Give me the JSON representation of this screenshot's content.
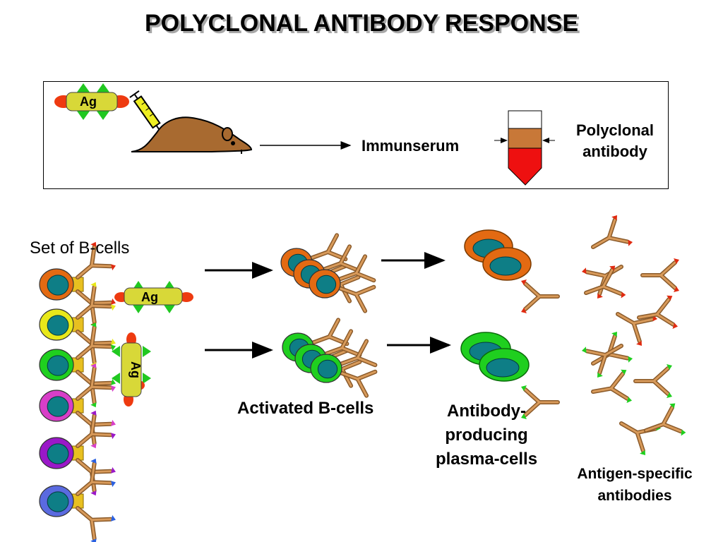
{
  "title": "POLYCLONAL ANTIBODY RESPONSE",
  "immunization": {
    "antigen_label": "Ag",
    "result_label": "Immunserum",
    "product_label_line1": "Polyclonal",
    "product_label_line2": "antibody"
  },
  "b_cells": {
    "label": "Set of B-cells",
    "antigen_label": "Ag",
    "colors": [
      "#e36a12",
      "#e8e81a",
      "#1fcf1f",
      "#d83ec8",
      "#9a18c8",
      "#5a6ae0"
    ],
    "tip_colors": [
      "#e02a10",
      "#e8e81a",
      "#1fcf1f",
      "#d83ec8",
      "#9a18c8",
      "#2a60e0"
    ]
  },
  "activated": {
    "label": "Activated B-cells"
  },
  "plasma": {
    "label_line1": "Antibody-",
    "label_line2": "producing",
    "label_line3": "plasma-cells"
  },
  "antibodies": {
    "label_line1": "Antigen-specific",
    "label_line2": "antibodies"
  },
  "colors": {
    "nucleus": "#0e7e86",
    "mouse": "#a86a30",
    "serum": "#c87838",
    "pellet": "#ee1010",
    "antibody": "#d89a5a",
    "antigen_body": "#d8d838",
    "antigen_red": "#ee3a10",
    "antigen_green": "#20c820"
  }
}
